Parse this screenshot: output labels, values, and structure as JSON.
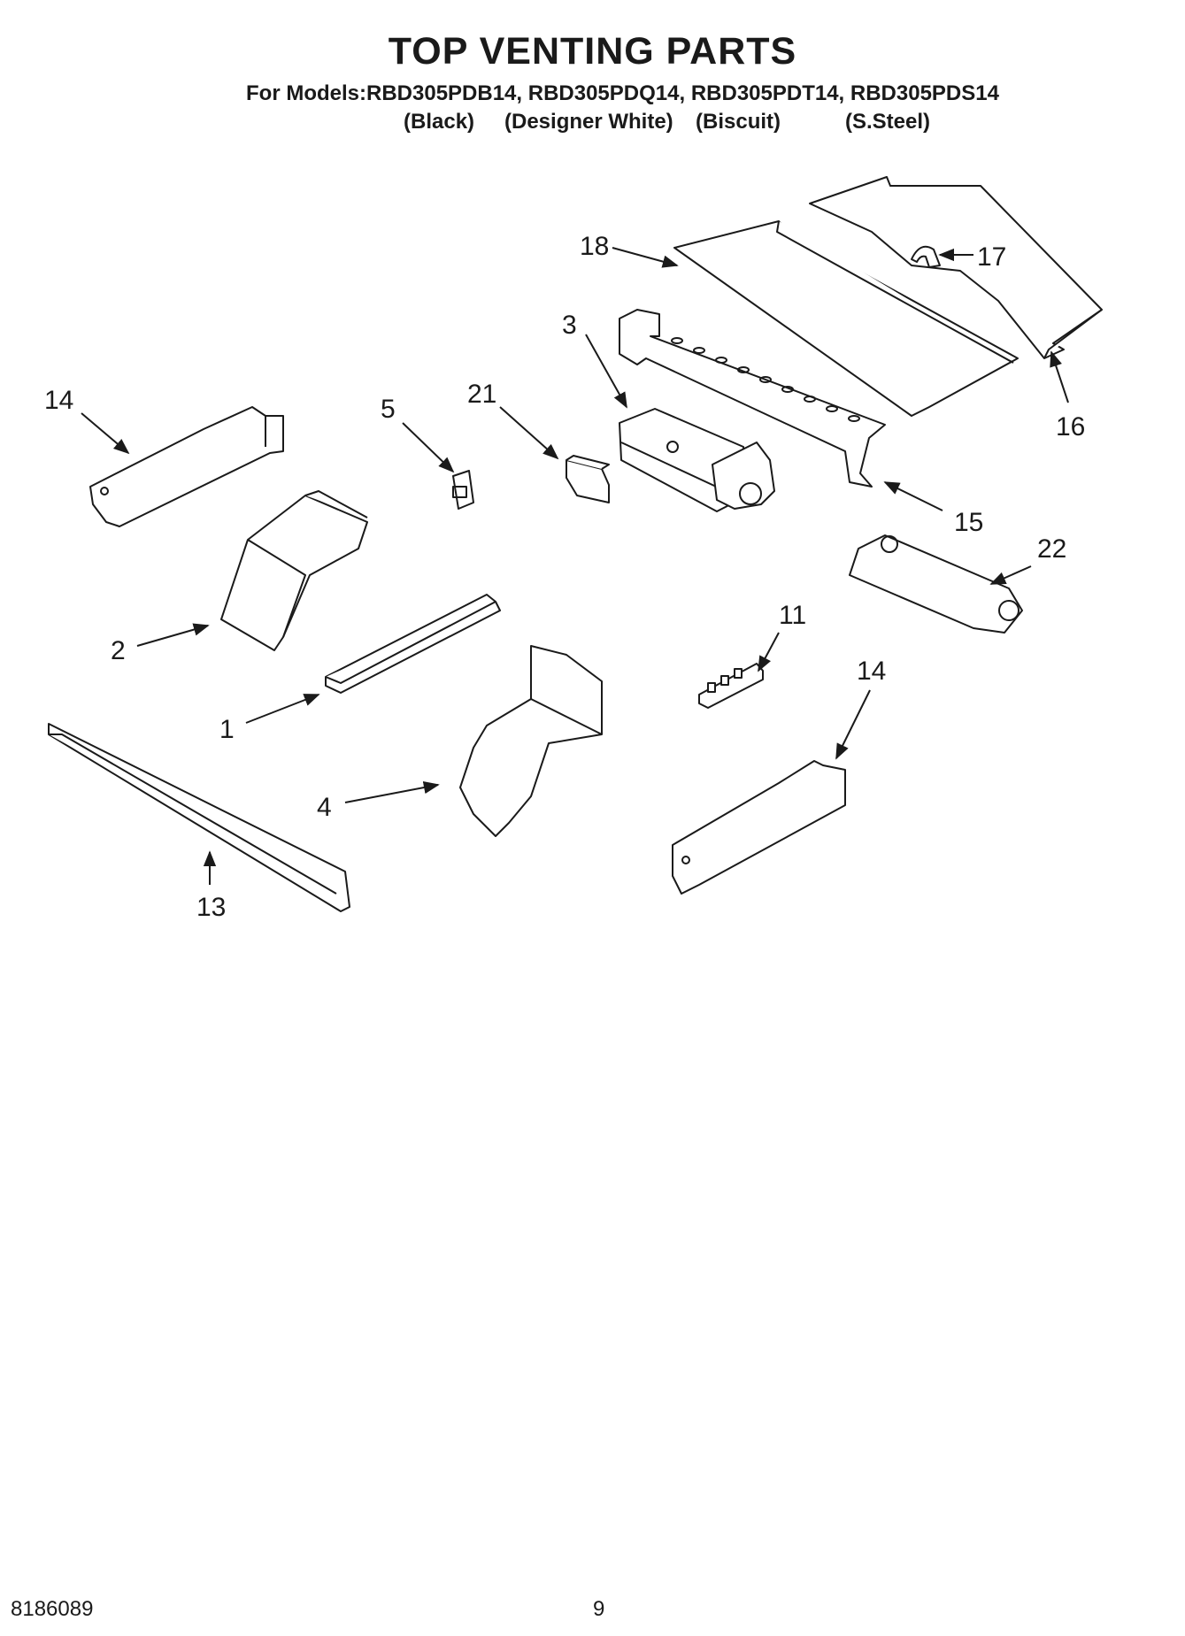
{
  "header": {
    "title": "TOP VENTING PARTS",
    "models_line": "For Models:RBD305PDB14, RBD305PDQ14, RBD305PDT14, RBD305PDS14",
    "colors": [
      "(Black)",
      "(Designer White)",
      "(Biscuit)",
      "(S.Steel)"
    ]
  },
  "callouts": {
    "c1": "1",
    "c2": "2",
    "c3": "3",
    "c4": "4",
    "c5": "5",
    "c11": "11",
    "c13": "13",
    "c14a": "14",
    "c14b": "14",
    "c15": "15",
    "c16": "16",
    "c17": "17",
    "c18": "18",
    "c21": "21",
    "c22": "22"
  },
  "footer": {
    "doc_number": "8186089",
    "page_number": "9"
  }
}
